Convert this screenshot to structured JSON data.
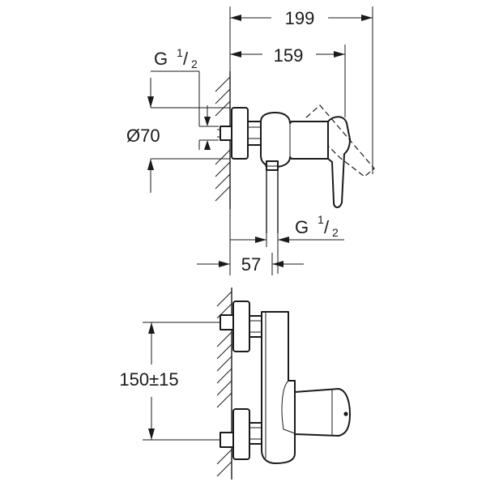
{
  "dimensions": {
    "overall_depth": "199",
    "handle_depth": "159",
    "inlet_thread": {
      "base": "G",
      "num": "1",
      "den": "2"
    },
    "outlet_thread": {
      "base": "G",
      "num": "1",
      "den": "2"
    },
    "flange_diameter": "Ø70",
    "outlet_offset": "57",
    "inlet_spacing": "150±15"
  }
}
